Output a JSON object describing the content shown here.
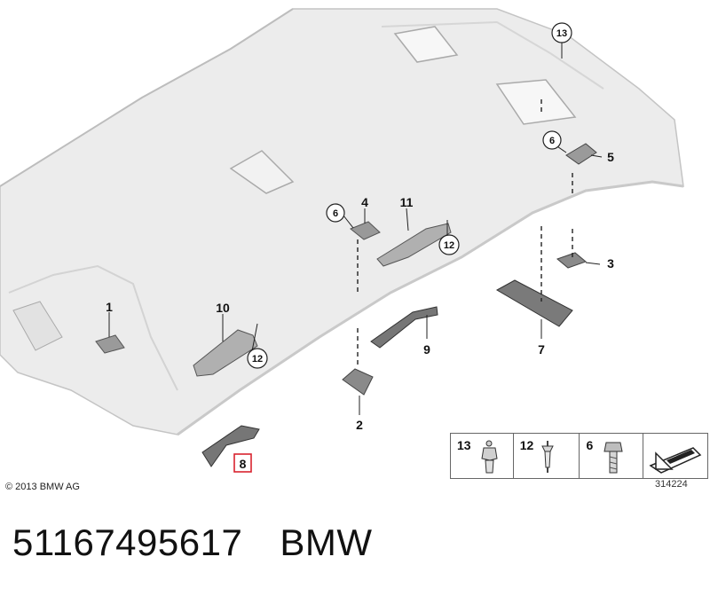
{
  "callouts": {
    "c1": "1",
    "c2": "2",
    "c3": "3",
    "c4": "4",
    "c5": "5",
    "c6a": "6",
    "c6b": "6",
    "c7": "7",
    "c8": "8",
    "c9": "9",
    "c10": "10",
    "c11": "11",
    "c12a": "12",
    "c12b": "12",
    "c13": "13"
  },
  "legend": [
    {
      "number": "13",
      "icon": "clip-icon"
    },
    {
      "number": "12",
      "icon": "rivet-icon"
    },
    {
      "number": "6",
      "icon": "screw-icon"
    },
    {
      "number": "",
      "icon": "direction-arrow-icon"
    }
  ],
  "copyright": "© 2013 BMW AG",
  "drawing_number": "314224",
  "part_number": "51167495617",
  "brand": "BMW",
  "colors": {
    "highlight": "#d9232f",
    "headliner": "#e9e9e9",
    "parts": "#8a8a8a"
  }
}
